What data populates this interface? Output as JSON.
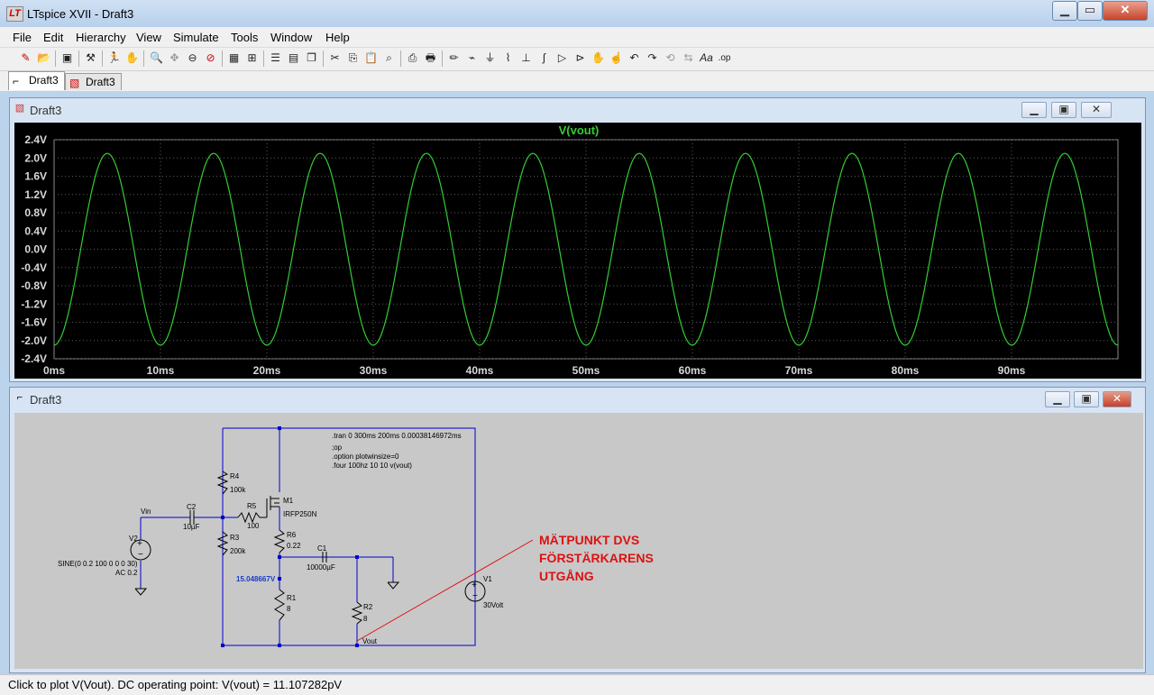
{
  "window": {
    "title": "LTspice XVII - Draft3",
    "logo_text": "LT"
  },
  "menu": [
    "File",
    "Edit",
    "Hierarchy",
    "View",
    "Simulate",
    "Tools",
    "Window",
    "Help"
  ],
  "toolbar_icons": [
    "new-schematic-icon",
    "open-icon",
    "save-icon",
    "control-panel-icon",
    "run-icon",
    "halt-icon",
    "zoom-in-icon",
    "zoom-pan-icon",
    "zoom-out-icon",
    "zoom-cancel-icon",
    "autorange-icon",
    "fit-icon",
    "tile-horizontal-icon",
    "tile-vertical-icon",
    "cascade-icon",
    "cut-icon",
    "copy-icon",
    "paste-icon",
    "find-icon",
    "print-setup-icon",
    "print-icon",
    "draw-wire-icon",
    "label-net-icon",
    "ground-icon",
    "resistor-icon",
    "capacitor-icon",
    "inductor-icon",
    "diode-icon",
    "component-icon",
    "move-icon",
    "drag-icon",
    "undo-icon",
    "redo-icon",
    "rotate-icon",
    "mirror-icon",
    "text-icon",
    "spice-directive-icon"
  ],
  "tabs": [
    {
      "label": "Draft3",
      "icon": "schematic-icon"
    },
    {
      "label": "Draft3",
      "icon": "waveform-icon"
    }
  ],
  "plot_window": {
    "title": "Draft3"
  },
  "schematic_window": {
    "title": "Draft3"
  },
  "chart_data": {
    "type": "line",
    "title": "V(vout)",
    "series": [
      {
        "name": "V(vout)",
        "color": "#33cc33",
        "amplitude": 2.1,
        "period_ms": 10,
        "phase_offset": -0.25
      }
    ],
    "x": {
      "min": 0,
      "max": 100,
      "unit": "ms"
    },
    "ylim": [
      -2.4,
      2.4
    ],
    "x_ticks": [
      "0ms",
      "10ms",
      "20ms",
      "30ms",
      "40ms",
      "50ms",
      "60ms",
      "70ms",
      "80ms",
      "90ms"
    ],
    "x_tick_values": [
      0,
      10,
      20,
      30,
      40,
      50,
      60,
      70,
      80,
      90
    ],
    "y_ticks": [
      "2.4V",
      "2.0V",
      "1.6V",
      "1.2V",
      "0.8V",
      "0.4V",
      "0.0V",
      "-0.4V",
      "-0.8V",
      "-1.2V",
      "-1.6V",
      "-2.0V",
      "-2.4V"
    ],
    "y_tick_values": [
      2.4,
      2.0,
      1.6,
      1.2,
      0.8,
      0.4,
      0.0,
      -0.4,
      -0.8,
      -1.2,
      -1.6,
      -2.0,
      -2.4
    ],
    "grid": true,
    "background": "#000000",
    "axis_label_color": "#d8d8d8"
  },
  "schematic": {
    "directives": [
      ".tran 0 300ms 200ms 0.00038146972ms",
      ";op",
      ".option plotwinsize=0",
      ".four 100hz 10 10 v(vout)"
    ],
    "components": {
      "R4": {
        "name": "R4",
        "value": "100k"
      },
      "R3": {
        "name": "R3",
        "value": "200k"
      },
      "R5": {
        "name": "R5",
        "value": "100"
      },
      "M1": {
        "name": "M1",
        "value": "IRFP250N"
      },
      "R6": {
        "name": "R6",
        "value": "0.22"
      },
      "C1": {
        "name": "C1",
        "value": "10000µF"
      },
      "C2": {
        "name": "C2",
        "value": "10µF"
      },
      "R1": {
        "name": "R1",
        "value": "8"
      },
      "R2": {
        "name": "R2",
        "value": "8"
      },
      "V1": {
        "name": "V1",
        "value": "30Volt"
      },
      "V2": {
        "name": "V2",
        "value1": "SINE(0 0.2 100 0 0 0 30)",
        "value2": "AC 0.2"
      }
    },
    "nets": {
      "vin": "Vin",
      "vout": "Vout"
    },
    "op_voltage": "15.048667V",
    "annotation": [
      "MÄTPUNKT DVS",
      "FÖRSTÄRKARENS",
      "UTGÅNG"
    ],
    "colors": {
      "wire": "#0000cc",
      "component": "#000000",
      "annotation": "#dd1111",
      "op_label": "#1a3cc8",
      "background": "#c8c8c8"
    }
  },
  "status": {
    "text": "Click to plot V(Vout).  DC operating point: V(vout) = 11.107282pV"
  }
}
